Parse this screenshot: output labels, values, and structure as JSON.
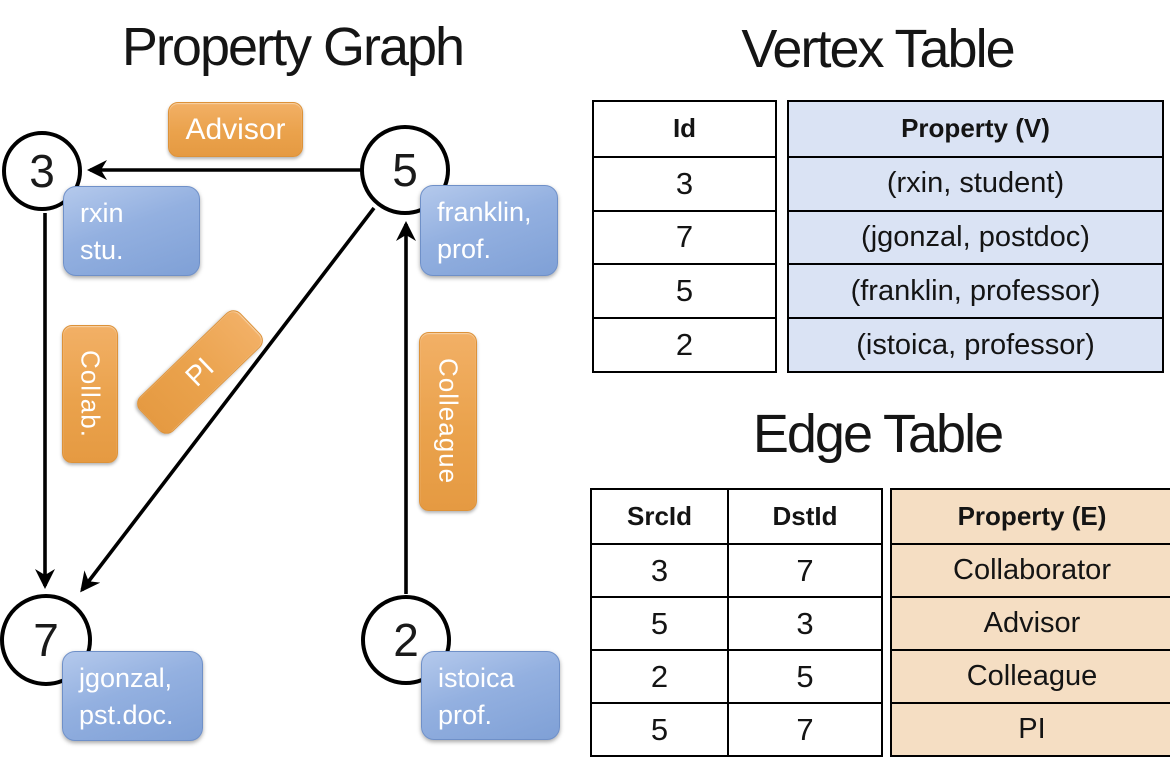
{
  "titles": {
    "graph": "Property Graph",
    "vertex": "Vertex Table",
    "edge": "Edge Table"
  },
  "colors": {
    "edge_label_orange": "#EAA24C",
    "vertex_property_blue": "#8FACE0",
    "vertex_table_fill": "#DAE3F4",
    "edge_table_fill": "#F5DEC3",
    "line_black": "#000000"
  },
  "graph": {
    "nodes": [
      {
        "id": "3",
        "property_line1": "rxin",
        "property_line2": "stu."
      },
      {
        "id": "5",
        "property_line1": "franklin,",
        "property_line2": "prof."
      },
      {
        "id": "7",
        "property_line1": "jgonzal,",
        "property_line2": "pst.doc."
      },
      {
        "id": "2",
        "property_line1": "istoica",
        "property_line2": "prof."
      }
    ],
    "edge_labels": {
      "advisor": "Advisor",
      "collab": "Collab.",
      "pi": "PI",
      "colleague": "Colleague"
    }
  },
  "vertex_table": {
    "headers": {
      "id": "Id",
      "property": "Property (V)"
    },
    "rows": [
      {
        "id": "3",
        "property": "(rxin, student)"
      },
      {
        "id": "7",
        "property": "(jgonzal, postdoc)"
      },
      {
        "id": "5",
        "property": "(franklin, professor)"
      },
      {
        "id": "2",
        "property": "(istoica, professor)"
      }
    ]
  },
  "edge_table": {
    "headers": {
      "src": "SrcId",
      "dst": "DstId",
      "property": "Property (E)"
    },
    "rows": [
      {
        "src": "3",
        "dst": "7",
        "property": "Collaborator"
      },
      {
        "src": "5",
        "dst": "3",
        "property": "Advisor"
      },
      {
        "src": "2",
        "dst": "5",
        "property": "Colleague"
      },
      {
        "src": "5",
        "dst": "7",
        "property": "PI"
      }
    ]
  }
}
